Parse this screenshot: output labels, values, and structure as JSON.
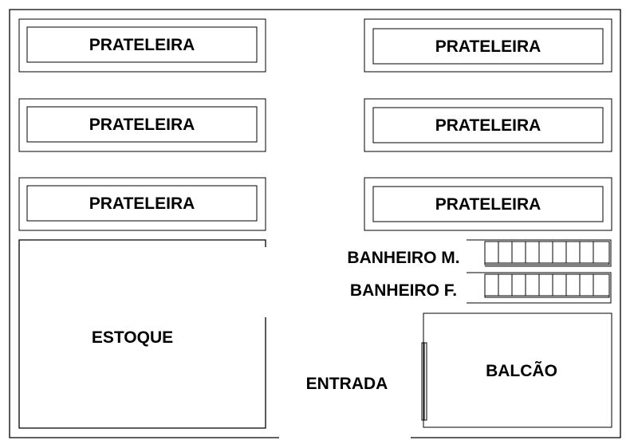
{
  "floor_plan": {
    "shelves": [
      {
        "label": "PRATELEIRA"
      },
      {
        "label": "PRATELEIRA"
      },
      {
        "label": "PRATELEIRA"
      },
      {
        "label": "PRATELEIRA"
      },
      {
        "label": "PRATELEIRA"
      },
      {
        "label": "PRATELEIRA"
      }
    ],
    "stock_room": {
      "label": "ESTOQUE"
    },
    "restroom_male": {
      "label": "BANHEIRO M."
    },
    "restroom_female": {
      "label": "BANHEIRO F."
    },
    "entrance": {
      "label": "ENTRADA"
    },
    "counter": {
      "label": "BALCÃO"
    }
  }
}
